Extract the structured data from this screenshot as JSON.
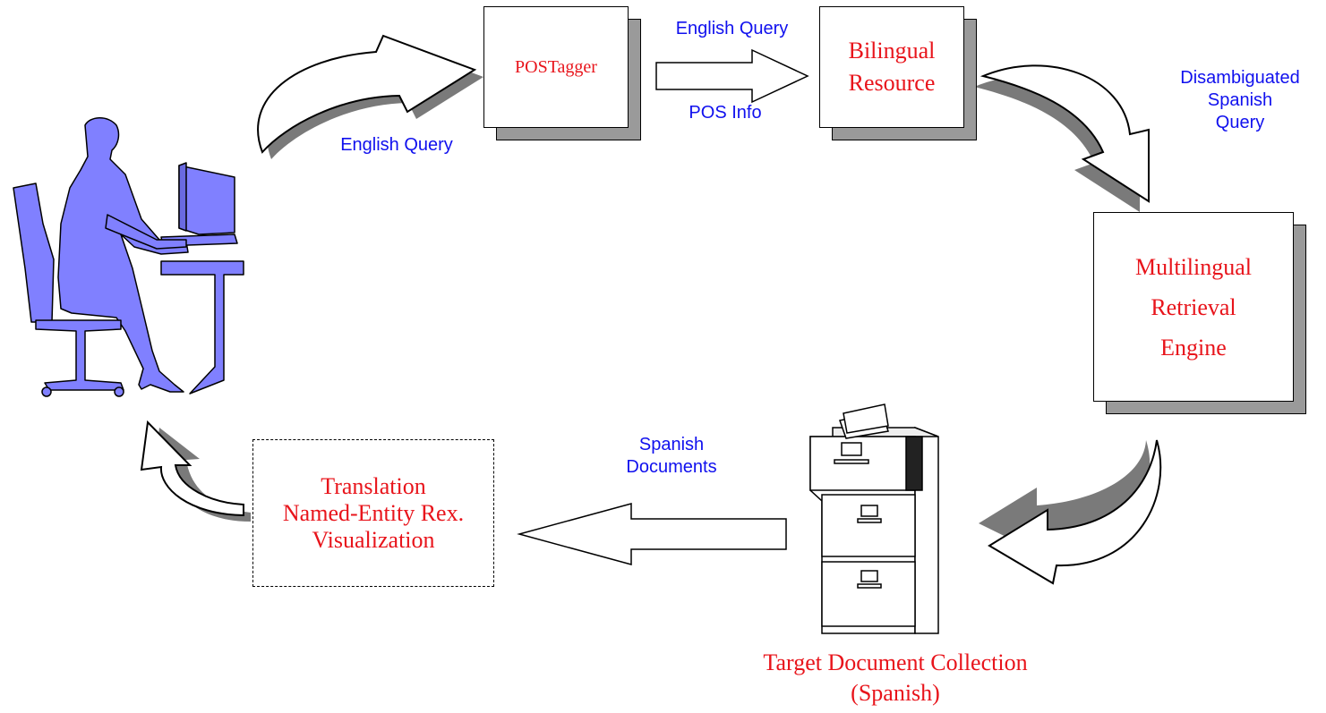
{
  "nodes": {
    "postagger": {
      "label": "POSTagger"
    },
    "bilingual": {
      "lines": [
        "Bilingual",
        "Resource"
      ]
    },
    "retrieval": {
      "lines": [
        "Multilingual",
        "Retrieval",
        "Engine"
      ]
    },
    "collection": {
      "lines": [
        "Target Document Collection",
        "(Spanish)"
      ]
    },
    "postprocess": {
      "lines": [
        "Translation",
        "Named-Entity Rex.",
        "Visualization"
      ]
    }
  },
  "edges": {
    "user_to_tagger": {
      "label": "English Query"
    },
    "tagger_to_bilingual_top": {
      "label": "English Query"
    },
    "tagger_to_bilingual_bottom": {
      "label": "POS Info"
    },
    "bilingual_to_engine": {
      "lines": [
        "Disambiguated",
        "Spanish",
        "Query"
      ]
    },
    "collection_to_post": {
      "lines": [
        "Spanish",
        "Documents"
      ]
    }
  },
  "colors": {
    "node_text": "#e8141b",
    "edge_text": "#1010ee",
    "user_figure": "#8080ff",
    "shadow": "#9a9a9a"
  },
  "icons": [
    "user-at-computer-icon",
    "filing-cabinet-icon"
  ]
}
